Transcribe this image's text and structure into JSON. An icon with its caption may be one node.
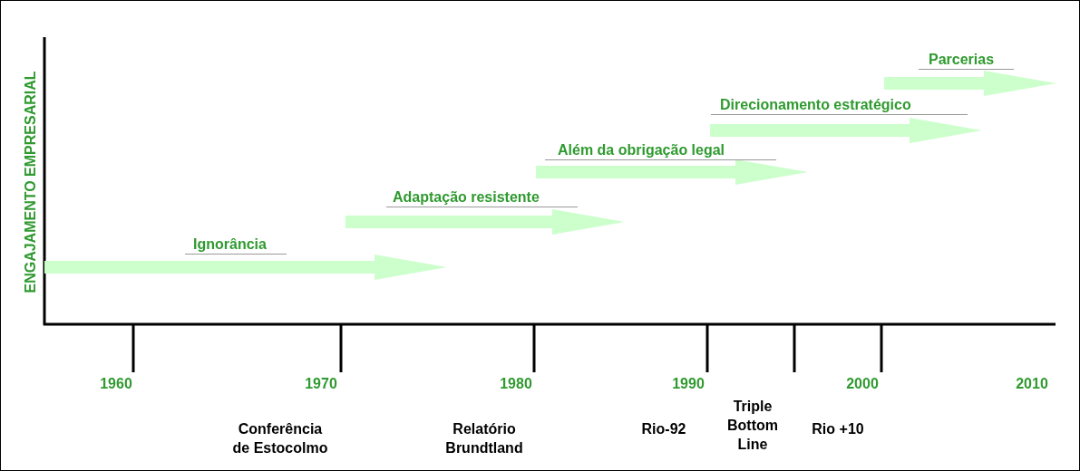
{
  "diagram": {
    "nodes": [
      {
        "text": [
          "Ignorância"
        ]
      },
      {
        "text": [
          "Adaptação resistente"
        ]
      },
      {
        "text": [
          "Além da obrigação legal"
        ]
      },
      {
        "text": [
          "Direcionamento estratégico"
        ]
      },
      {
        "text": [
          "Parcerias"
        ]
      }
    ],
    "labels": [
      "ENGAJAMENTO EMPRESARIAL",
      "1960",
      "1970",
      "1980",
      "1990",
      "2000",
      "2010",
      "Conferência de Estocolmo",
      "Relatório Brundtland",
      "Rio-92",
      "Triple Bottom Line",
      "Rio +10"
    ]
  }
}
